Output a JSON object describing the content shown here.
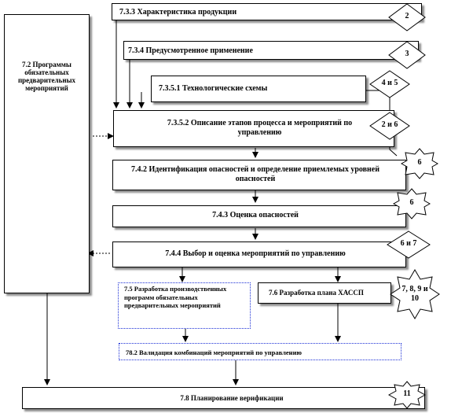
{
  "nodes": {
    "n733": "7.3.3  Характеристика  продукции",
    "n734": "7.3.4  Предусмотренное применение",
    "n7351": "7.3.5.1   Технологические  схемы",
    "n7352": "7.3.5.2  Описание этапов процесса и мероприятий по управлению",
    "n742": "7.4.2  Идентификация  опасностей и определение  приемлемых уровней опасностей",
    "n743": "7.4.3   Оценка  опасностей",
    "n744": "7.4.4  Выбор и оценка мероприятий по управлению",
    "n72": "7.2 Программы обязательных предварительных мероприятий",
    "n75": "7.5 Разработка производственных программ обязательных предварительных мероприятий",
    "n76": "7.6 Разработка плана ХАССП",
    "n782": "78.2 Валидация комбинаций мероприятий по управлению",
    "n78": "7.8 Планирование верификации"
  },
  "badges": {
    "b733": "2",
    "b734": "3",
    "b7351": "4 и 5",
    "b7352": "2 и 6",
    "b742": "6",
    "b743": "6",
    "b744": "6 и 7",
    "b76": "7, 8, 9 и 10",
    "b78": "11"
  },
  "colors": {
    "line": "#000000",
    "dotted_border": "#1c2fd6",
    "background": "#ffffff"
  }
}
